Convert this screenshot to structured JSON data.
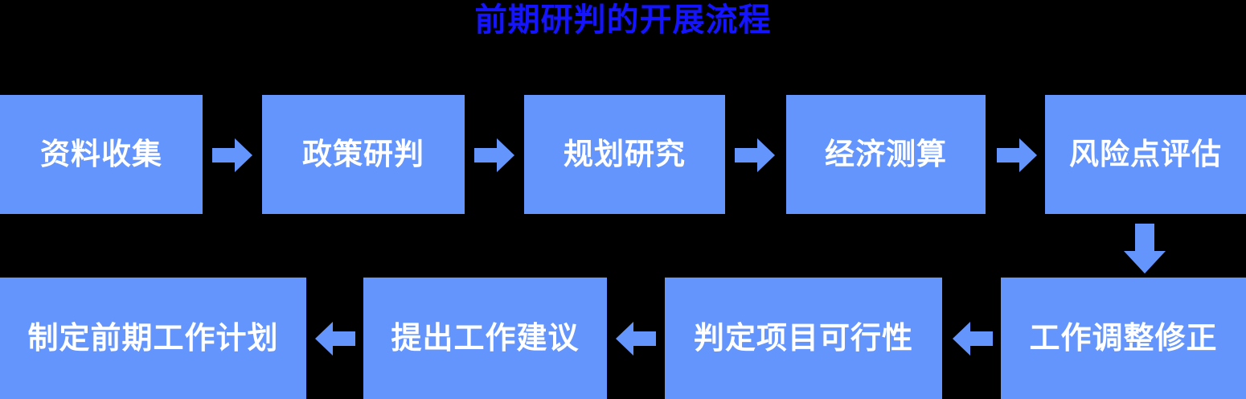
{
  "title": "前期研判的开展流程",
  "colors": {
    "background": "#000000",
    "title_text": "#1414FF",
    "node_fill": "#6495FC",
    "node_text": "#FFFFFF",
    "arrow_fill": "#6495FC"
  },
  "flow": {
    "row1": [
      {
        "id": "n1",
        "label": "资料收集"
      },
      {
        "id": "n2",
        "label": "政策研判"
      },
      {
        "id": "n3",
        "label": "规划研究"
      },
      {
        "id": "n4",
        "label": "经济测算"
      },
      {
        "id": "n5",
        "label": "风险点评估"
      }
    ],
    "row2": [
      {
        "id": "n6",
        "label": "制定前期工作计划"
      },
      {
        "id": "n7",
        "label": "提出工作建议"
      },
      {
        "id": "n8",
        "label": "判定项目可行性"
      },
      {
        "id": "n9",
        "label": "工作调整修正"
      }
    ],
    "connectors": [
      {
        "id": "a1",
        "direction": "right",
        "from": "n1",
        "to": "n2"
      },
      {
        "id": "a2",
        "direction": "right",
        "from": "n2",
        "to": "n3"
      },
      {
        "id": "a3",
        "direction": "right",
        "from": "n3",
        "to": "n4"
      },
      {
        "id": "a4",
        "direction": "right",
        "from": "n4",
        "to": "n5"
      },
      {
        "id": "a5",
        "direction": "down",
        "from": "n5",
        "to": "n9"
      },
      {
        "id": "a6",
        "direction": "left",
        "from": "n9",
        "to": "n8"
      },
      {
        "id": "a7",
        "direction": "left",
        "from": "n8",
        "to": "n7"
      },
      {
        "id": "a8",
        "direction": "left",
        "from": "n7",
        "to": "n6"
      }
    ]
  }
}
